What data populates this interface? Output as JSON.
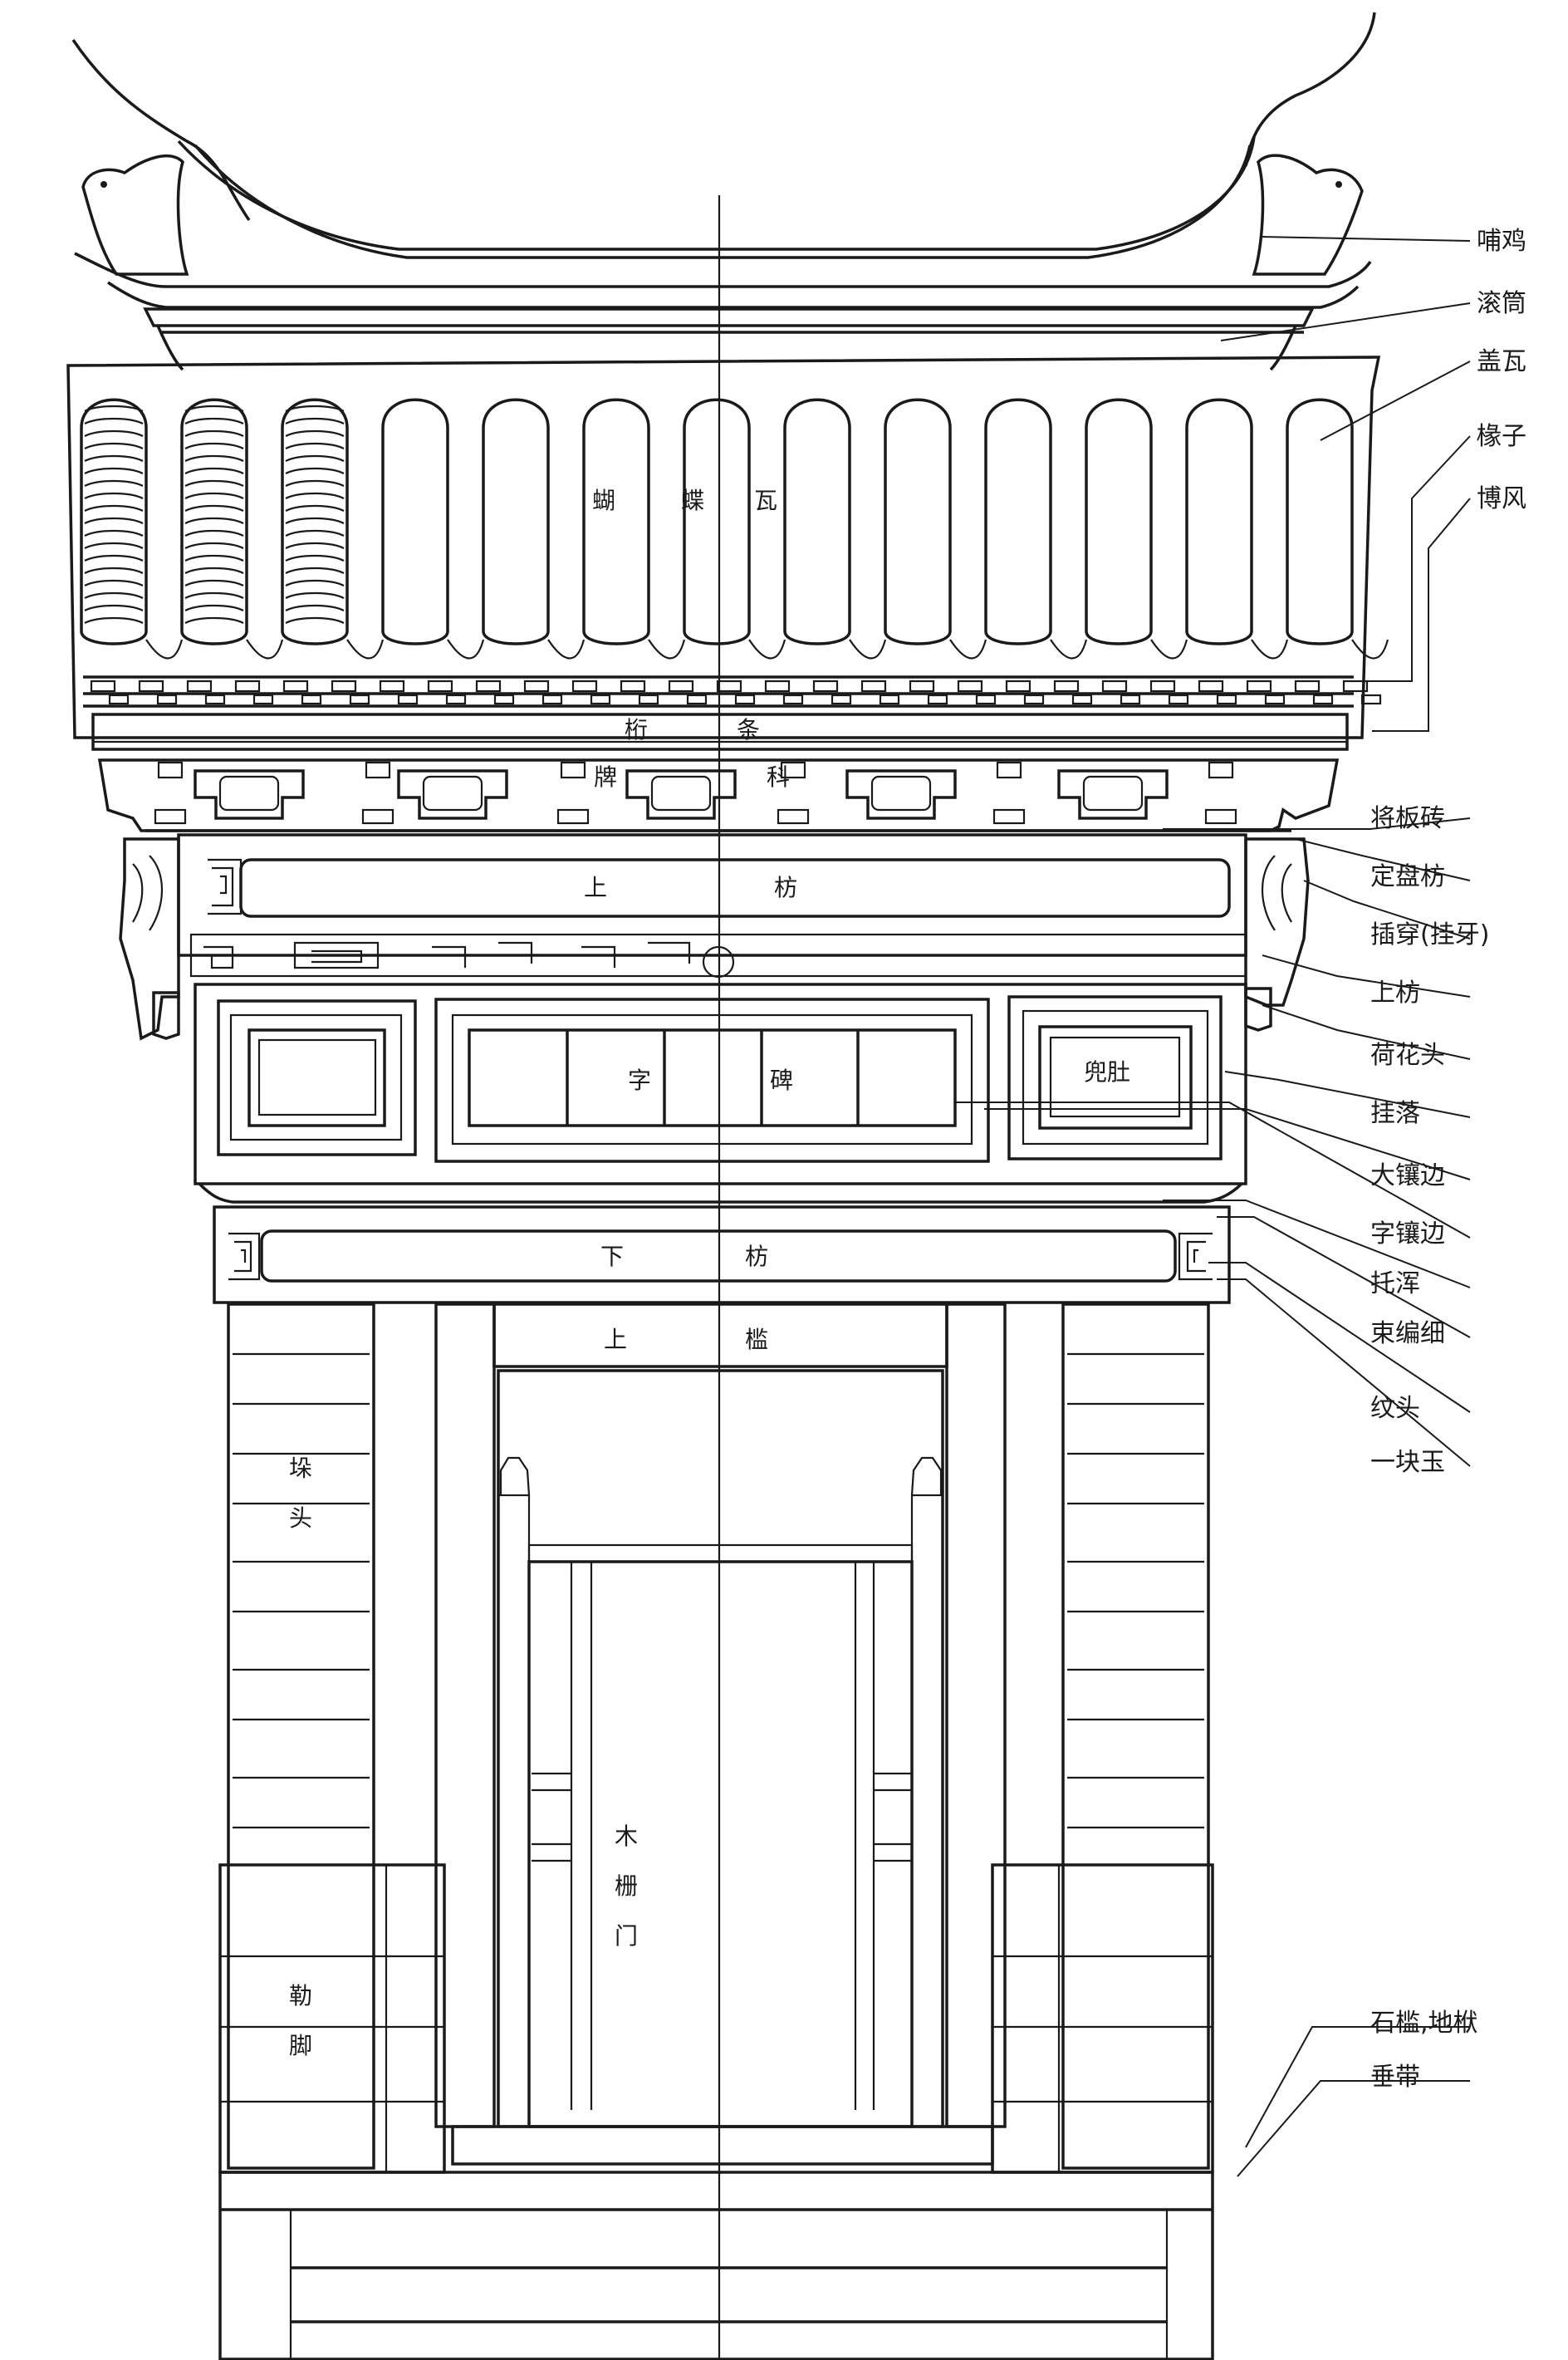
{
  "callouts": [
    "哺鸡",
    "滚筒",
    "盖瓦",
    "椽子",
    "博风",
    "将板砖",
    "定盘枋",
    "插穿(挂牙)",
    "上枋",
    "荷花头",
    "挂落",
    "大镶边",
    "字镶边",
    "托浑",
    "束编细",
    "纹头",
    "一块玉",
    "石槛,地栿",
    "垂带"
  ],
  "inline_labels": {
    "tiles": [
      "蝴",
      "蝶",
      "瓦"
    ],
    "purlin": [
      "桁",
      "条"
    ],
    "bracket": [
      "牌",
      "科"
    ],
    "upper_beam": [
      "上",
      "枋"
    ],
    "plaque": [
      "字",
      "碑"
    ],
    "side_panel": "兜肚",
    "lower_beam": [
      "下",
      "枋"
    ],
    "lintel": [
      "上",
      "槛"
    ],
    "pier": [
      "垛",
      "头"
    ],
    "door": [
      "木",
      "栅",
      "门"
    ],
    "base": [
      "勒",
      "脚"
    ]
  }
}
